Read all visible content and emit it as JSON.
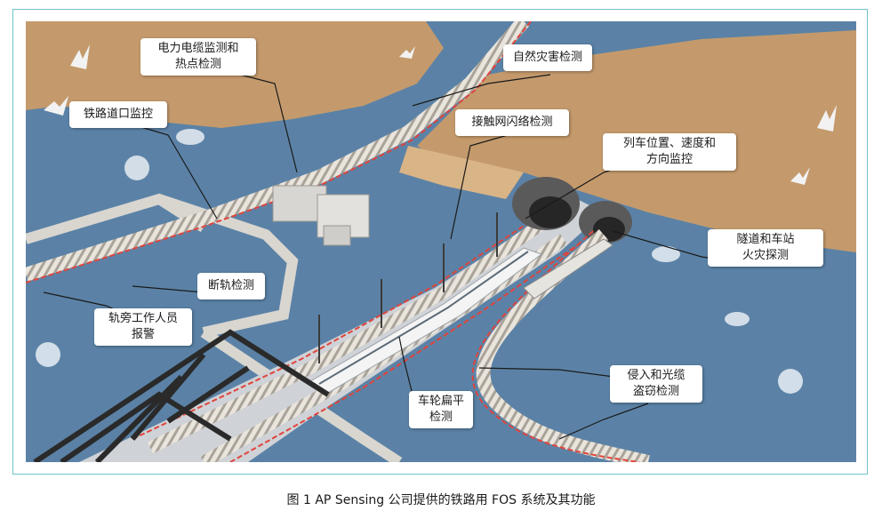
{
  "caption": "图 1   AP Sensing 公司提供的铁路用 FOS 系统及其功能",
  "callouts": {
    "power_cable": "电力电缆监测和\n热点检测",
    "natural_disaster": "自然灾害检测",
    "crossing": "铁路道口监控",
    "catenary": "接触网闪络检测",
    "train_position": "列车位置、速度和\n方向监控",
    "tunnel_fire": "隧道和车站\n火灾探测",
    "rail_break": "断轨检测",
    "trackside_workers": "轨旁工作人员\n报警",
    "wheel_flat": "车轮扁平\n检测",
    "intrusion": "侵入和光缆\n盗窃检测"
  },
  "colors": {
    "water": "#5b82a6",
    "land": "#c49a6c",
    "fiber": "#e0443c",
    "frame": "#6fc3c7"
  }
}
